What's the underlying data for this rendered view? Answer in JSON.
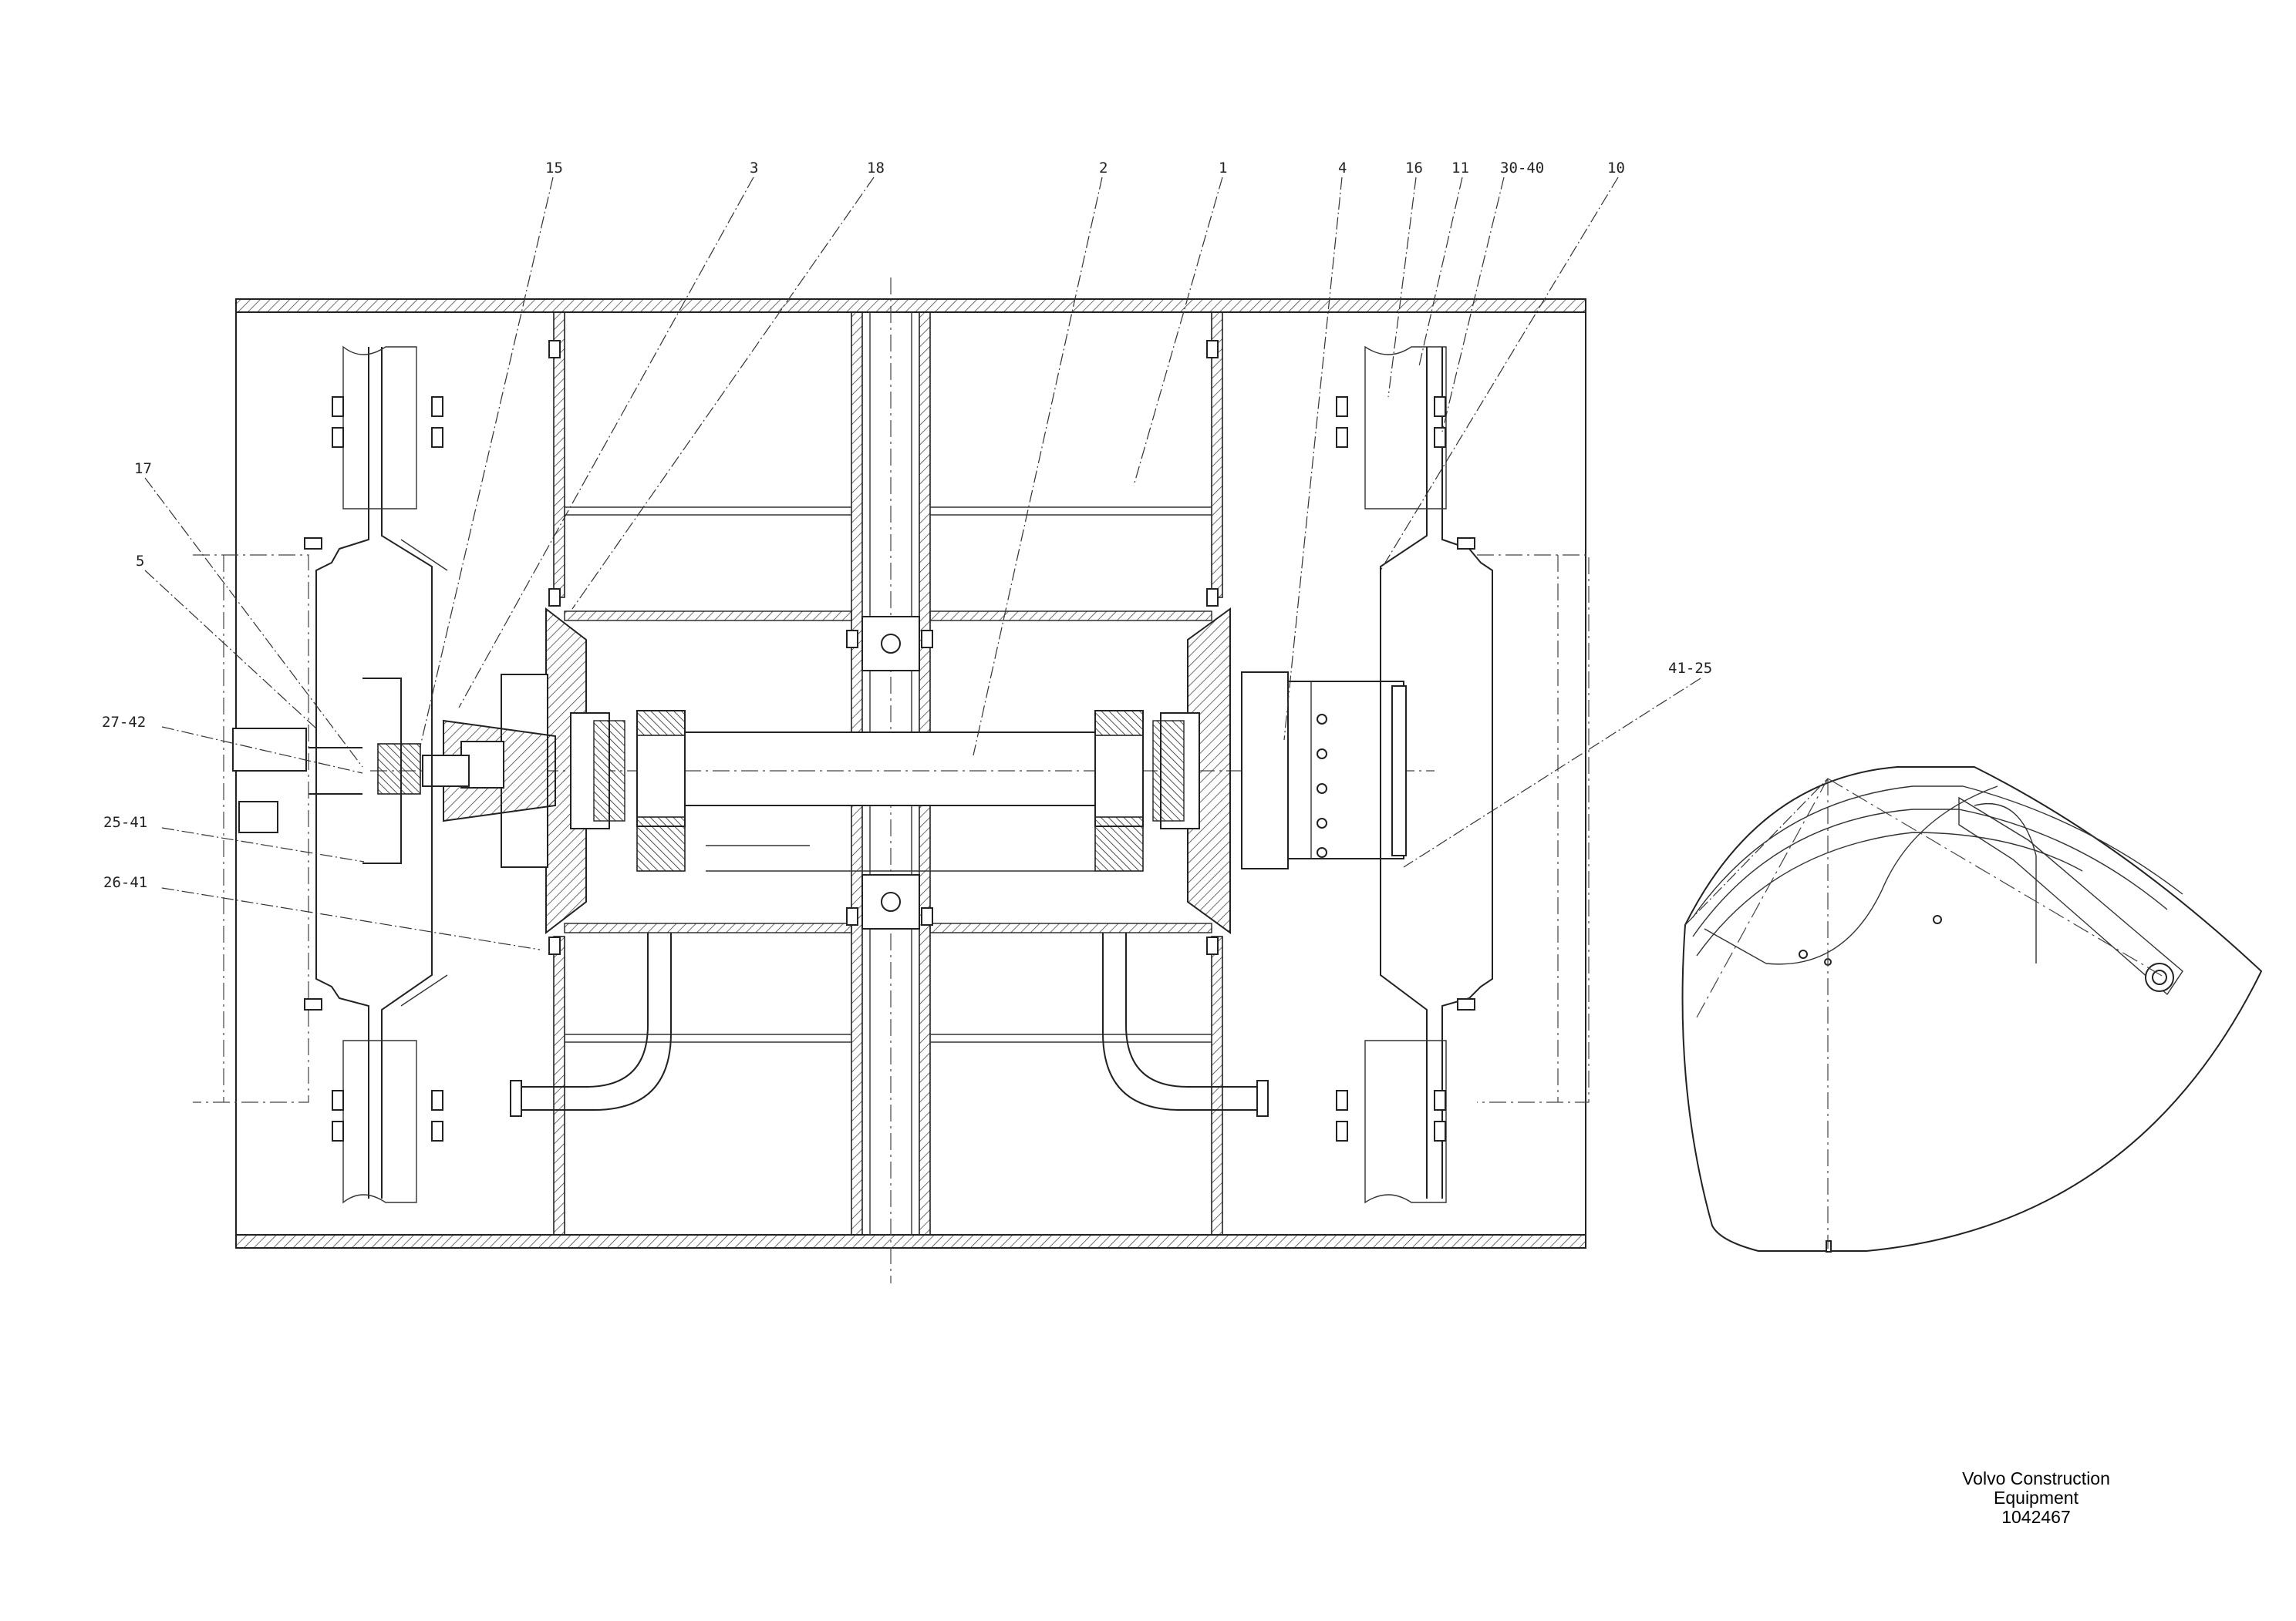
{
  "callouts": [
    "15",
    "3",
    "18",
    "2",
    "1",
    "4",
    "16",
    "11",
    "30-40",
    "10",
    "17",
    "5",
    "27-42",
    "25-41",
    "26-41",
    "41-25"
  ],
  "footer": {
    "line1": "Volvo Construction",
    "line2": "Equipment",
    "line3": "1042467"
  }
}
